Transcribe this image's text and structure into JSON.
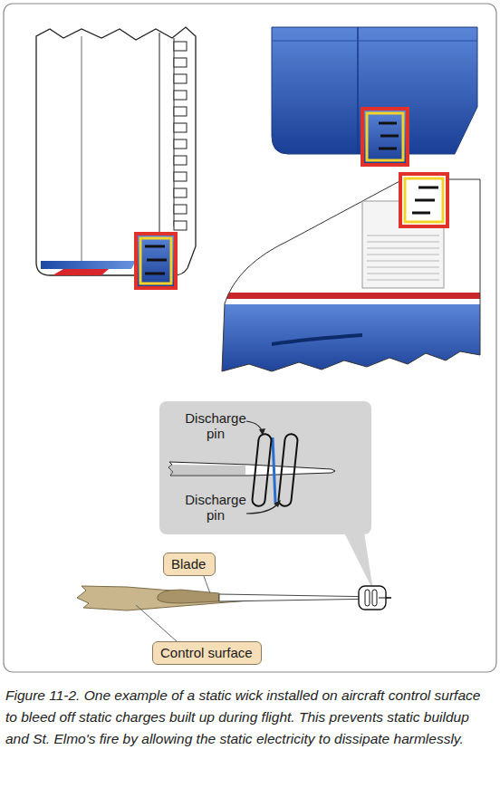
{
  "diagram": {
    "caption": "Figure 11-2. One example of a static wick installed on aircraft control surface to bleed off static charges built up during flight. This prevents static buildup and St. Elmo's fire by allowing the static electricity to dissipate harmlessly.",
    "nodes": [
      {
        "text": [
          "Discharge pin",
          "Discharge pin"
        ]
      },
      {
        "text": [
          "Blade"
        ]
      },
      {
        "text": [
          "Control surface"
        ]
      }
    ]
  }
}
